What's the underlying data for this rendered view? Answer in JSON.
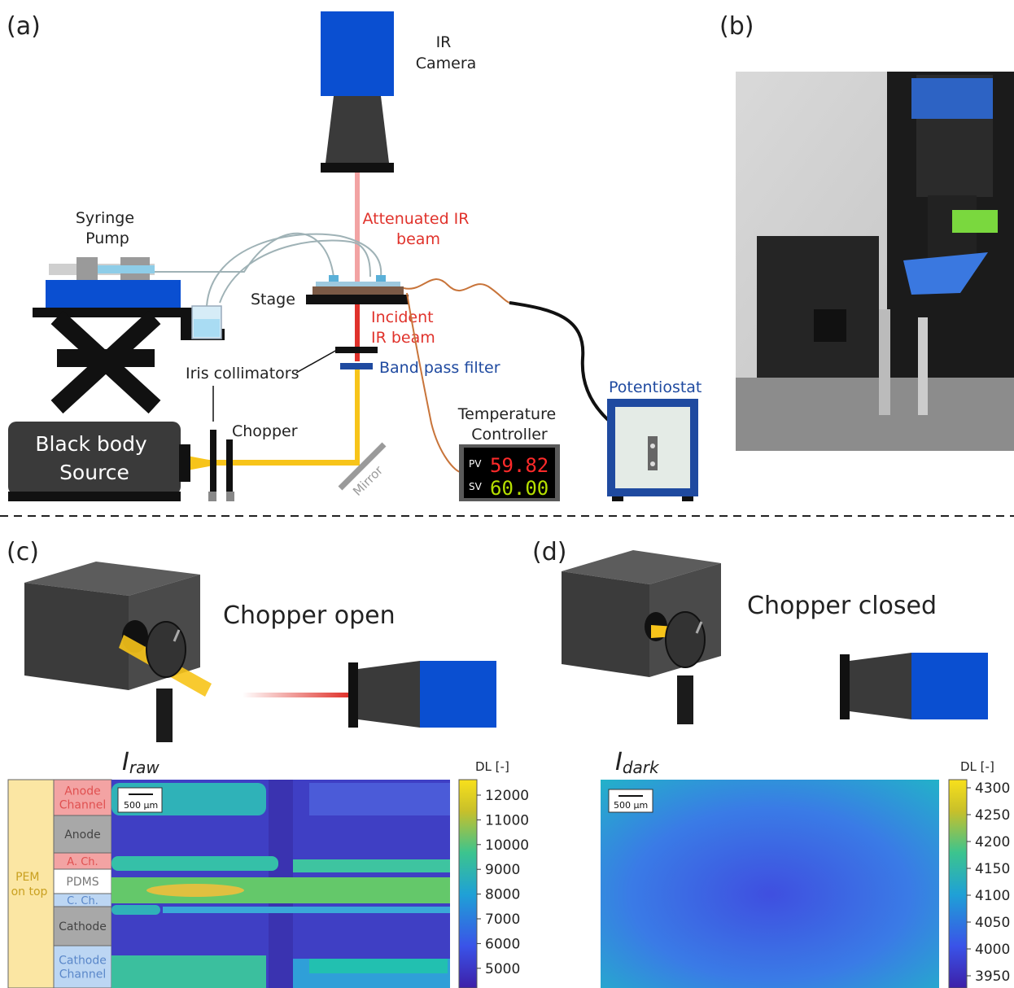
{
  "panels": {
    "a": "(a)",
    "b": "(b)",
    "c": "(c)",
    "d": "(d)"
  },
  "setup": {
    "ir_camera": [
      "IR",
      "Camera"
    ],
    "syringe_pump": [
      "Syringe",
      "Pump"
    ],
    "attenuated_beam": [
      "Attenuated IR",
      "beam"
    ],
    "stage": "Stage",
    "incident_beam": [
      "Incident",
      "IR beam"
    ],
    "iris": "Iris collimators",
    "band_pass": "Band pass filter",
    "potentiostat": "Potentiostat",
    "temp_controller": [
      "Temperature",
      "Controller"
    ],
    "pv_label": "PV",
    "pv_value": "59.82",
    "sv_label": "SV",
    "sv_value": "60.00",
    "chopper": "Chopper",
    "black_body": [
      "Black body",
      "Source"
    ],
    "mirror": "Mirror"
  },
  "chopper_open": "Chopper open",
  "chopper_closed": "Chopper closed",
  "raw_map": {
    "title_main": "I",
    "title_sub": "raw",
    "scale": "500 μm",
    "cbar_label": "DL [-]",
    "ticks": [
      "12000",
      "11000",
      "10000",
      "9000",
      "8000",
      "7000",
      "6000",
      "5000"
    ],
    "pem": [
      "PEM",
      "on top"
    ],
    "layers": [
      {
        "lines": [
          "Anode",
          "Channel"
        ],
        "color": "#f3a3a3",
        "text": "#e05050"
      },
      {
        "lines": [
          "Anode"
        ],
        "color": "#a8a8a8",
        "text": "#444444"
      },
      {
        "lines": [
          "A. Ch."
        ],
        "color": "#f3a3a3",
        "text": "#e05050"
      },
      {
        "lines": [
          "PDMS"
        ],
        "color": "#ffffff",
        "text": "#777777"
      },
      {
        "lines": [
          "C. Ch."
        ],
        "color": "#bcd6f3",
        "text": "#5a87c9"
      },
      {
        "lines": [
          "Cathode"
        ],
        "color": "#a8a8a8",
        "text": "#444444"
      },
      {
        "lines": [
          "Cathode",
          "Channel"
        ],
        "color": "#bcd6f3",
        "text": "#5a87c9"
      }
    ]
  },
  "dark_map": {
    "title_main": "I",
    "title_sub": "dark",
    "scale": "500 μm",
    "cbar_label": "DL [-]",
    "ticks": [
      "4300",
      "4250",
      "4200",
      "4150",
      "4100",
      "4050",
      "4000",
      "3950"
    ]
  },
  "colors": {
    "camera_blue": "#0a4fd1",
    "beam_yellow": "#f7c41a",
    "beam_red": "#e0322b",
    "black": "#111111",
    "box_gray": "#3a3a3a"
  }
}
